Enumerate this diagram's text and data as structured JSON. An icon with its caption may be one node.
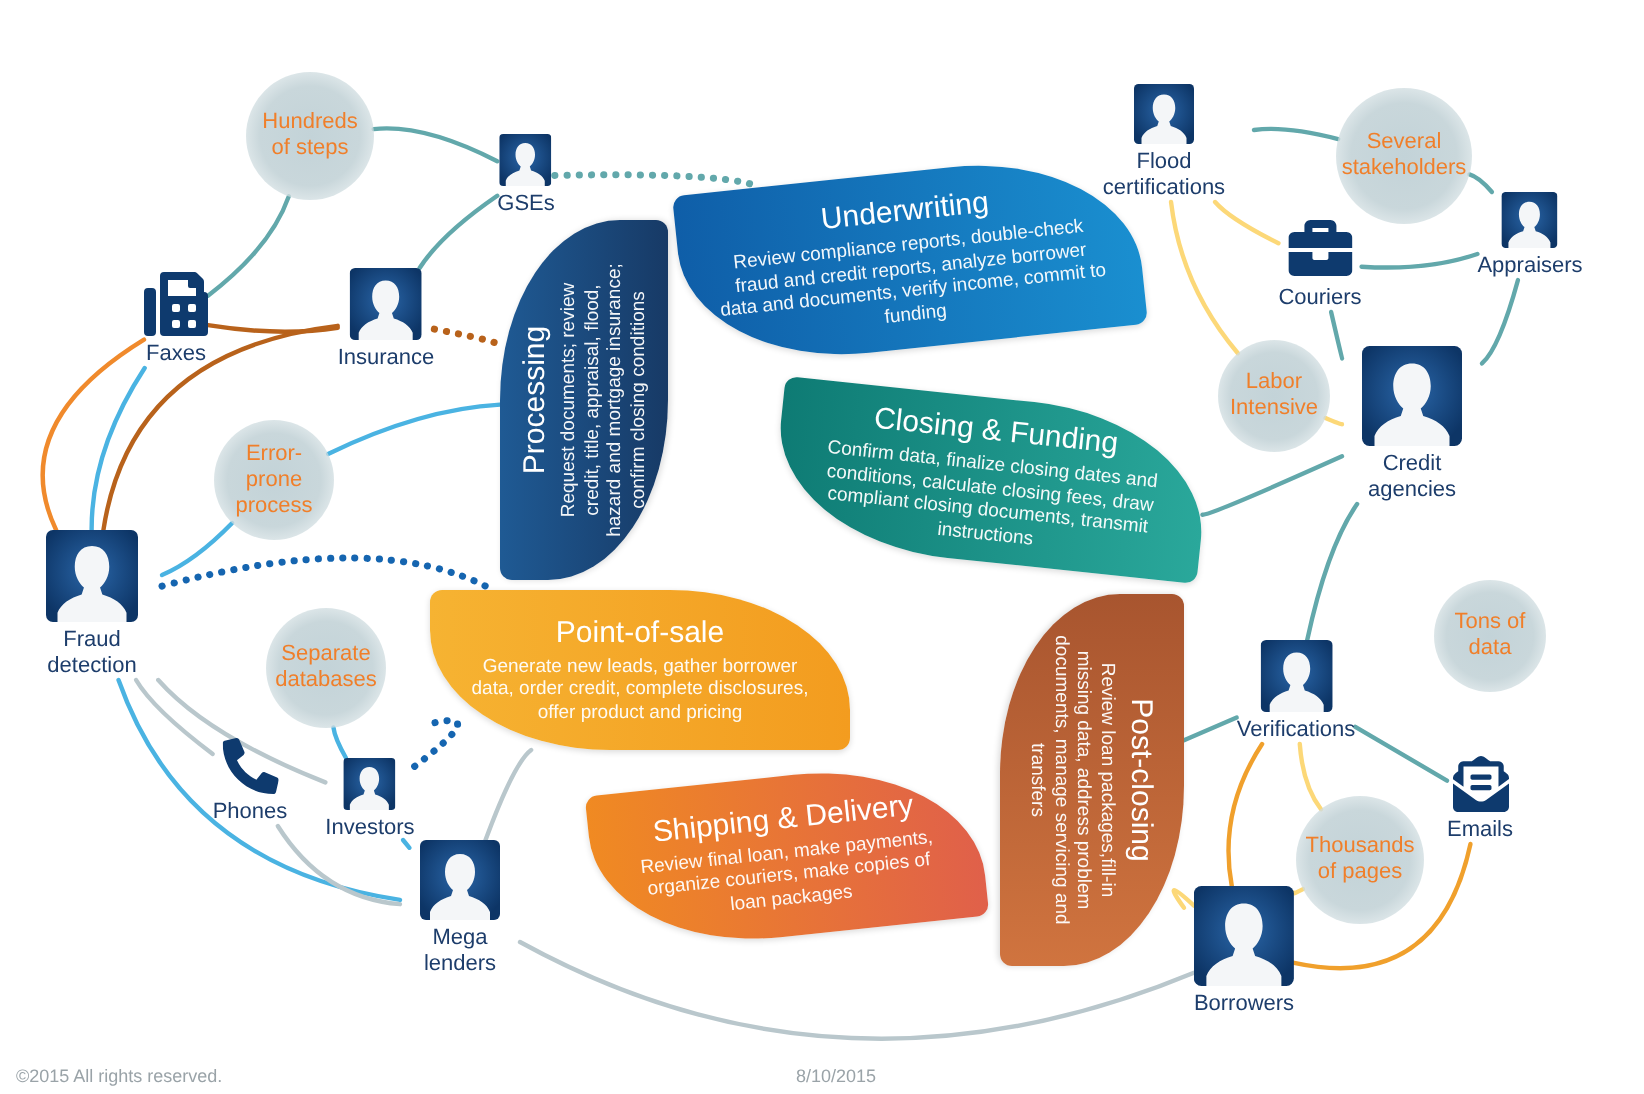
{
  "diagram": {
    "nodes": [
      {
        "text": [
          "Hundreds of steps"
        ]
      },
      {
        "text": [
          "GSEs"
        ]
      },
      {
        "text": [
          "Flood certifications"
        ]
      },
      {
        "text": [
          "Several stakeholders"
        ]
      },
      {
        "text": [
          "Couriers"
        ]
      },
      {
        "text": [
          "Appraisers"
        ]
      },
      {
        "text": [
          "Faxes"
        ]
      },
      {
        "text": [
          "Insurance"
        ]
      },
      {
        "text": [
          "Processing",
          "Request documents; review credit, title, appraisal, flood, hazard and mortgage insurance; confirm closing conditions"
        ]
      },
      {
        "text": [
          "Underwriting",
          "Review compliance reports, double-check fraud and credit reports, analyze borrower data and documents, verify income, commit to funding"
        ]
      },
      {
        "text": [
          "Closing & Funding",
          "Confirm data, finalize closing dates and conditions, calculate closing fees, draw compliant closing documents, transmit instructions"
        ]
      },
      {
        "text": [
          "Labor Intensive"
        ]
      },
      {
        "text": [
          "Credit agencies"
        ]
      },
      {
        "text": [
          "Error-prone process"
        ]
      },
      {
        "text": [
          "Fraud detection"
        ]
      },
      {
        "text": [
          "Point-of-sale",
          "Generate new leads, gather borrower data, order credit, complete disclosures, offer product and pricing"
        ]
      },
      {
        "text": [
          "Separate databases"
        ]
      },
      {
        "text": [
          "Post-closing",
          "Review loan packages,fill-in missing data, address problem documents, manage servicing and transfers"
        ]
      },
      {
        "text": [
          "Tons of data"
        ]
      },
      {
        "text": [
          "Verifications"
        ]
      },
      {
        "text": [
          "Shipping & Delivery",
          "Review final loan, make payments, organize couriers, make copies of loan packages"
        ]
      },
      {
        "text": [
          "Phones"
        ]
      },
      {
        "text": [
          "Investors"
        ]
      },
      {
        "text": [
          "Emails"
        ]
      },
      {
        "text": [
          "Thousands of pages"
        ]
      },
      {
        "text": [
          "Mega lenders"
        ]
      },
      {
        "text": [
          "Borrowers"
        ]
      }
    ],
    "edges": [
      {
        "from": 6,
        "to": 0,
        "arrow": "none"
      },
      {
        "from": 0,
        "to": 1,
        "arrow": "none"
      },
      {
        "from": 7,
        "to": 1,
        "arrow": "none"
      },
      {
        "from": 6,
        "to": 7,
        "arrow": "none",
        "color": "#b8621b"
      },
      {
        "from": 14,
        "to": 7,
        "arrow": "none",
        "color": "#b8621b"
      },
      {
        "from": 14,
        "to": 6,
        "arrow": "none",
        "color": "#f08a2c"
      },
      {
        "from": 7,
        "to": 8,
        "arrow": "none",
        "style": "dashed",
        "color": "#b8621b"
      },
      {
        "from": 1,
        "to": 9,
        "arrow": "none",
        "style": "dashed"
      },
      {
        "from": 14,
        "to": 15,
        "arrow": "none",
        "style": "dashed",
        "color": "#1565b0"
      },
      {
        "from": 22,
        "to": 15,
        "arrow": "none",
        "style": "dashed",
        "color": "#1565b0"
      },
      {
        "from": 14,
        "to": 13,
        "arrow": "none",
        "color": "#4ab3e2"
      },
      {
        "from": 13,
        "to": 8,
        "arrow": "none",
        "color": "#4ab3e2"
      },
      {
        "from": 14,
        "to": 25,
        "arrow": "none",
        "color": "#4ab3e2"
      },
      {
        "from": 14,
        "to": 22,
        "arrow": "none",
        "color": "#b9c7cc"
      },
      {
        "from": 14,
        "to": 21,
        "arrow": "none",
        "color": "#b9c7cc"
      },
      {
        "from": 21,
        "to": 25,
        "arrow": "none",
        "color": "#b9c7cc"
      },
      {
        "from": 16,
        "to": 22,
        "arrow": "none",
        "color": "#4ab3e2"
      },
      {
        "from": 22,
        "to": 25,
        "arrow": "none",
        "color": "#4ab3e2"
      },
      {
        "from": 25,
        "to": 15,
        "arrow": "none",
        "color": "#b9c7cc"
      },
      {
        "from": 25,
        "to": 26,
        "arrow": "none",
        "color": "#b9c7cc"
      },
      {
        "from": 2,
        "to": 4,
        "arrow": "none",
        "color": "#fcd878"
      },
      {
        "from": 2,
        "to": 11,
        "arrow": "none",
        "color": "#fcd878"
      },
      {
        "from": 11,
        "to": 12,
        "arrow": "none",
        "color": "#fcd878"
      },
      {
        "from": 2,
        "to": 3,
        "arrow": "none"
      },
      {
        "from": 3,
        "to": 5,
        "arrow": "none"
      },
      {
        "from": 4,
        "to": 5,
        "arrow": "none"
      },
      {
        "from": 4,
        "to": 12,
        "arrow": "none"
      },
      {
        "from": 5,
        "to": 12,
        "arrow": "none"
      },
      {
        "from": 12,
        "to": 19,
        "arrow": "none"
      },
      {
        "from": 10,
        "to": 12,
        "arrow": "none"
      },
      {
        "from": 17,
        "to": 19,
        "arrow": "none"
      },
      {
        "from": 19,
        "to": 23,
        "arrow": "none"
      },
      {
        "from": 19,
        "to": 26,
        "arrow": "none",
        "color": "#f0a02c"
      },
      {
        "from": 19,
        "to": 24,
        "arrow": "none",
        "color": "#fcd878"
      },
      {
        "from": 24,
        "to": 26,
        "arrow": "none",
        "color": "#fcd878"
      },
      {
        "from": 23,
        "to": 26,
        "arrow": "none",
        "color": "#f0a02c"
      },
      {
        "from": 17,
        "to": 26,
        "arrow": "none",
        "color": "#fcd878"
      },
      {
        "from": 6,
        "to": 14,
        "arrow": "none",
        "color": "#4ab3e2"
      }
    ],
    "labels": [
      "©2015 All rights reserved.",
      "8/10/2015"
    ]
  }
}
